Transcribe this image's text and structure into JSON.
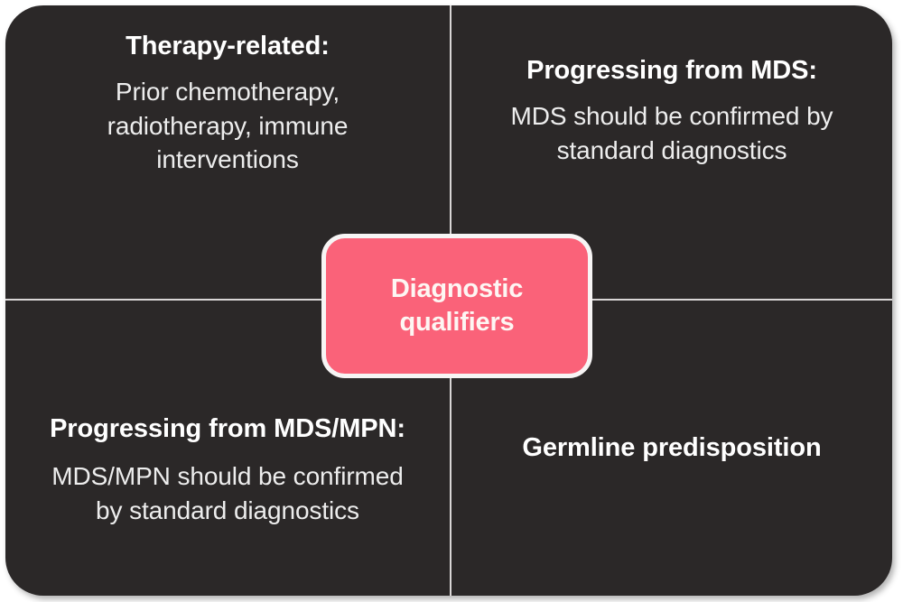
{
  "colors": {
    "panel_background": "#2b2828",
    "divider": "#d9d6d6",
    "center_node_fill": "#fa6279",
    "center_node_border": "#f7f5f5",
    "title_text": "#ffffff",
    "body_text": "#ededed",
    "page_background": "#ffffff"
  },
  "center_node": {
    "label_line1": "Diagnostic",
    "label_line2": "qualifiers",
    "label": "Diagnostic qualifiers"
  },
  "quadrants": {
    "top_left": {
      "title": "Therapy-related:",
      "body": "Prior chemotherapy, radiotherapy, immune interventions"
    },
    "top_right": {
      "title": "Progressing from MDS:",
      "body": "MDS should be confirmed by standard diagnostics"
    },
    "bottom_left": {
      "title": "Progressing from MDS/MPN:",
      "body": "MDS/MPN should be confirmed by standard diagnostics"
    },
    "bottom_right": {
      "title": "Germline predisposition",
      "body": ""
    }
  }
}
